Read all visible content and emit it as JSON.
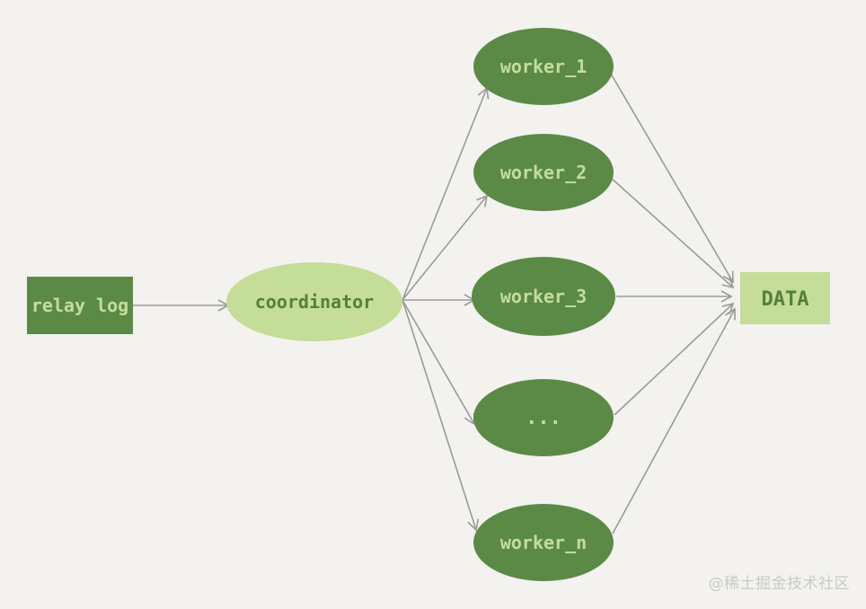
{
  "diagram": {
    "colors": {
      "background": "#f3f2ee",
      "dark_green": "#5b8a47",
      "light_green": "#c4dd99",
      "dark_text": "#c4dd99",
      "light_text": "#567f3c",
      "edge": "#9a9a9a"
    },
    "nodes": {
      "relay_log": "relay log",
      "coordinator": "coordinator",
      "worker_1": "worker_1",
      "worker_2": "worker_2",
      "worker_3": "worker_3",
      "worker_ellipsis": "...",
      "worker_n": "worker_n",
      "data": "DATA"
    }
  },
  "watermark": "@稀土掘金技术社区"
}
